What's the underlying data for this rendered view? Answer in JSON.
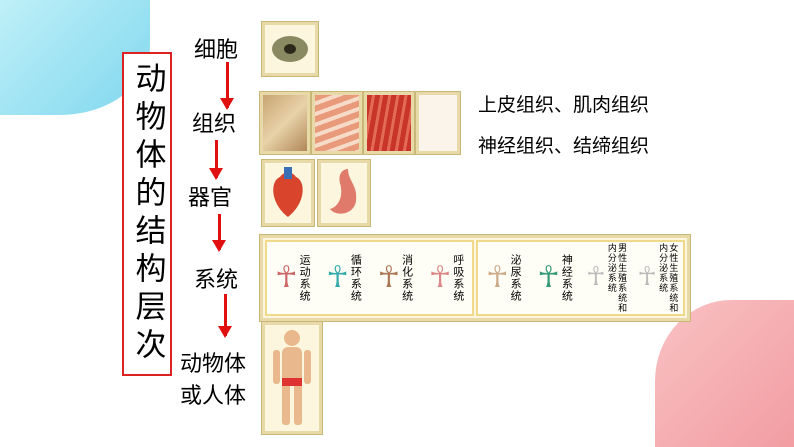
{
  "title_vertical": "动物体的结构层次",
  "levels": {
    "cell": "细胞",
    "tissue": "组织",
    "organ": "器官",
    "system": "系统",
    "body_line1": "动物体",
    "body_line2": "或人体"
  },
  "tissue_types": {
    "line1": "上皮组织、肌肉组织",
    "line2": "神经组织、结缔组织"
  },
  "systems": [
    "运动系统",
    "循环系统",
    "消化系统",
    "呼吸系统",
    "泌尿系统",
    "神经系统",
    "男性生殖系统和内分泌系统",
    "女性生殖系统和内分泌系统"
  ],
  "colors": {
    "arrow": "#e01010",
    "box_border": "#d22222"
  }
}
